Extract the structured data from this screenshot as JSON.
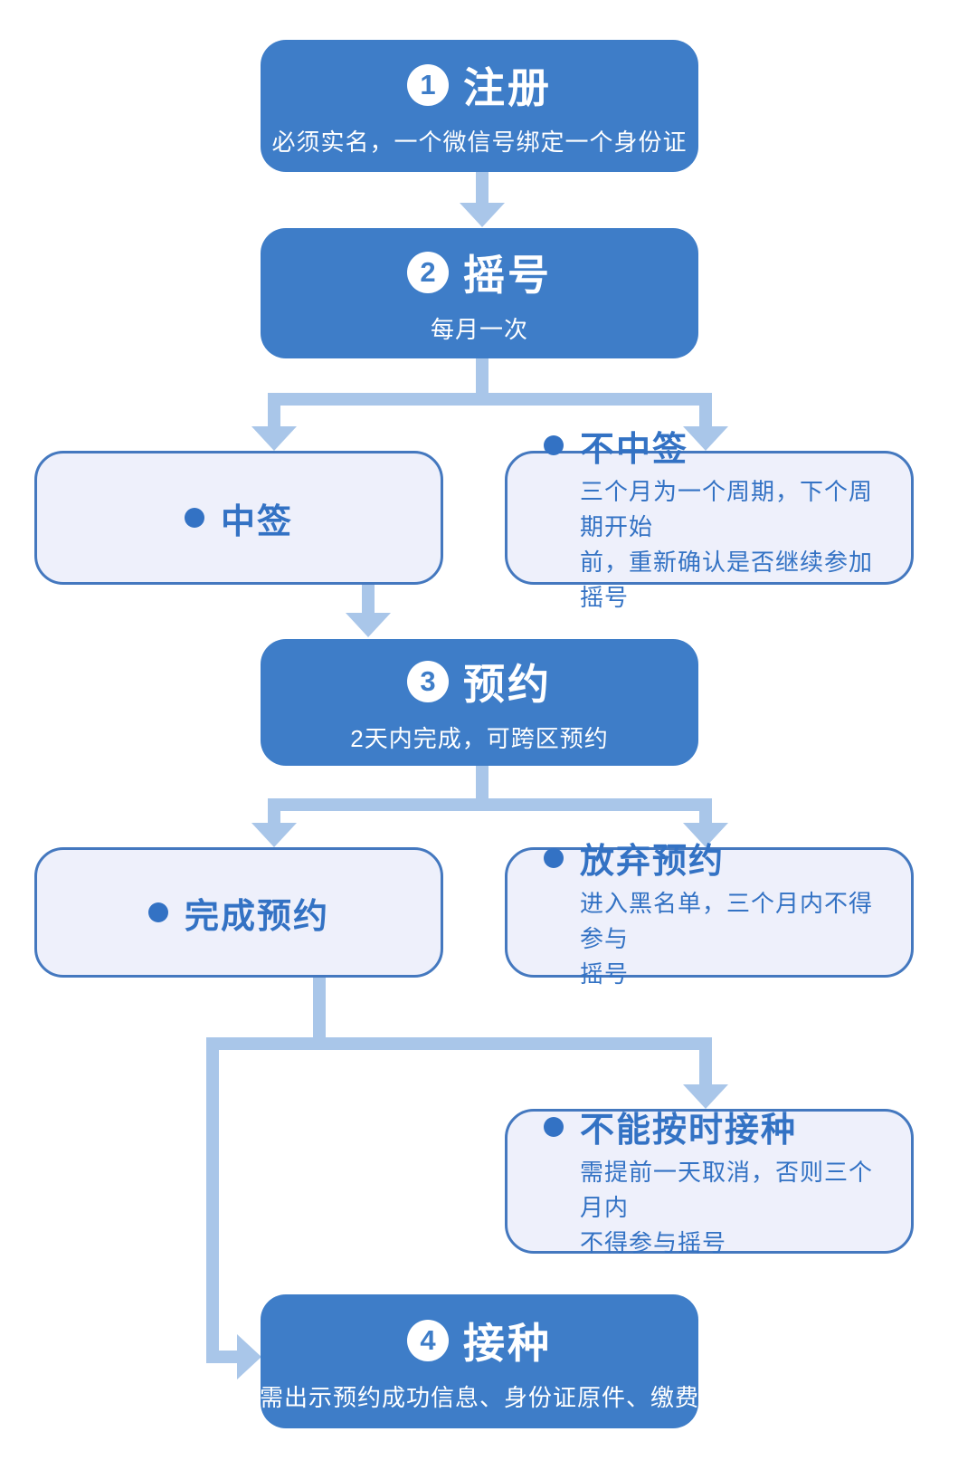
{
  "colors": {
    "step_fill": "#3E7DC8",
    "step_text": "#FFFFFF",
    "connector": "#A9C6E9",
    "outcome_fill": "#EEF0FB",
    "outcome_border": "#4478BF",
    "outcome_text": "#3372C4"
  },
  "steps": [
    {
      "number": "1",
      "title": "注册",
      "subtitle": "必须实名，一个微信号绑定一个身份证"
    },
    {
      "number": "2",
      "title": "摇号",
      "subtitle": "每月一次"
    },
    {
      "number": "3",
      "title": "预约",
      "subtitle": "2天内完成，可跨区预约"
    },
    {
      "number": "4",
      "title": "接种",
      "subtitle": "需出示预约成功信息、身份证原件、缴费"
    }
  ],
  "outcomes": [
    {
      "title": "中签",
      "desc_lines": []
    },
    {
      "title": "不中签",
      "desc_lines": [
        "三个月为一个周期，下个周期开始",
        "前，重新确认是否继续参加摇号"
      ]
    },
    {
      "title": "完成预约",
      "desc_lines": []
    },
    {
      "title": "放弃预约",
      "desc_lines": [
        "进入黑名单，三个月内不得参与",
        "摇号"
      ]
    },
    {
      "title": "不能按时接种",
      "desc_lines": [
        "需提前一天取消，否则三个月内",
        "不得参与摇号"
      ]
    }
  ]
}
